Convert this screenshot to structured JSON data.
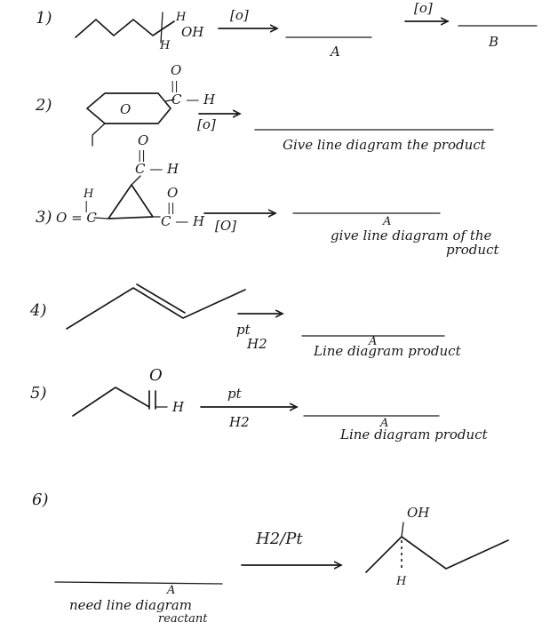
{
  "problems": [
    {
      "number": "1)",
      "atoms": {
        "h_top": "H",
        "oh": "OH",
        "h_bottom": "H"
      },
      "reagent_1": "[o]",
      "reagent_2": "[o]",
      "blank_a_letter": "A",
      "blank_b_letter": "B"
    },
    {
      "number": "2)",
      "ring_label": "O",
      "atoms": {
        "o": "O",
        "double_bond": "||",
        "c_h": "C — H"
      },
      "reagent": "[o]",
      "note": "Give line diagram the product"
    },
    {
      "number": "3)",
      "atoms": {
        "top_o": "O",
        "top_dbl": "||",
        "top_ch": "C — H",
        "left_h": "H",
        "left_bar": "|",
        "left_oc": "O = C",
        "right_o": "O",
        "right_dbl": "||",
        "right_ch": "C — H"
      },
      "reagent": "[O]",
      "blank_letter": "A",
      "note_line1": "give line diagram of the",
      "note_line2": "product"
    },
    {
      "number": "4)",
      "reagent_top": "pt",
      "reagent_bottom": "H2",
      "blank_letter": "A",
      "note": "Line diagram product"
    },
    {
      "number": "5)",
      "atoms": {
        "o": "O",
        "h": "H"
      },
      "reagent_top": "pt",
      "reagent_bottom": "H2",
      "blank_letter": "A",
      "note": "Line diagram product"
    },
    {
      "number": "6)",
      "reagent": "H2/Pt",
      "atoms": {
        "oh": "OH",
        "h": "H"
      },
      "blank_letter": "A",
      "note_line1": "need line diagram",
      "note_line2": "reactant"
    }
  ]
}
